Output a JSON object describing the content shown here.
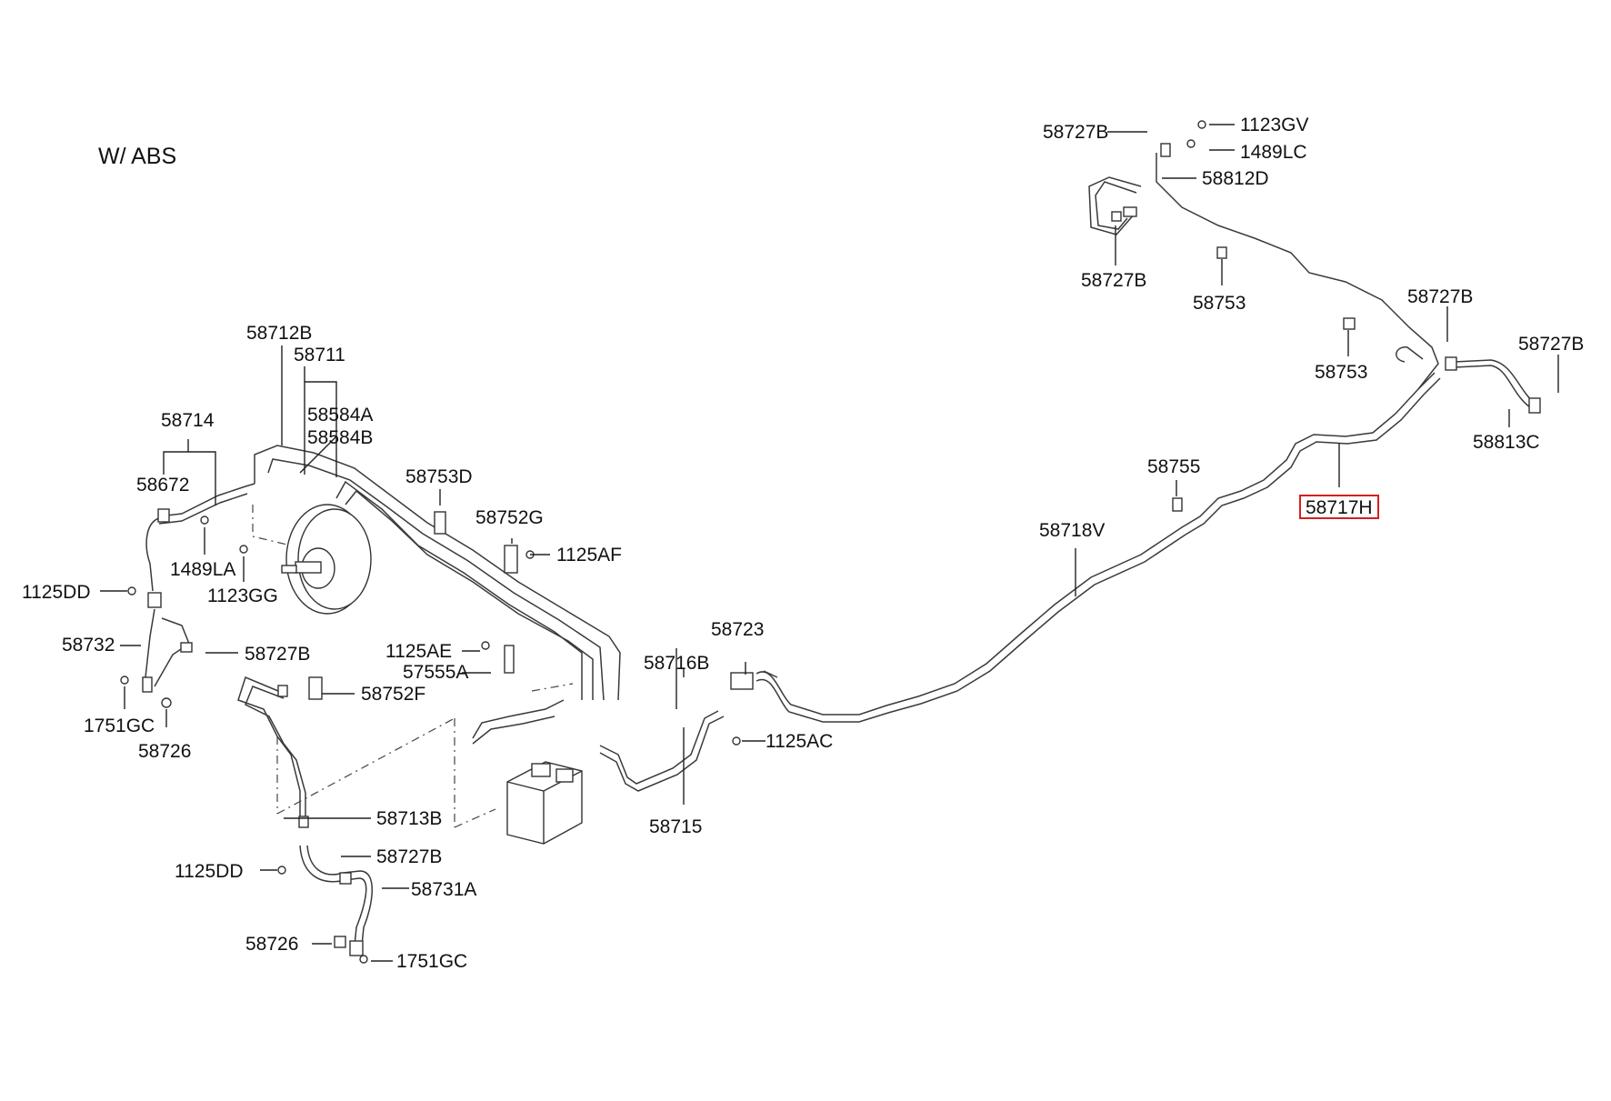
{
  "title": "W/ ABS",
  "highlight_color": "#d41f1f",
  "labels": {
    "p58727B_a": "58727B",
    "p1123GV": "1123GV",
    "p1489LC": "1489LC",
    "p58812D": "58812D",
    "p58727B_b": "58727B",
    "p58753_a": "58753",
    "p58727B_c": "58727B",
    "p58727B_d": "58727B",
    "p58753_b": "58753",
    "p58813C": "58813C",
    "p58755": "58755",
    "p58717H": "58717H",
    "p58718V": "58718V",
    "p58712B": "58712B",
    "p58711": "58711",
    "p58584A": "58584A",
    "p58584B": "58584B",
    "p58714": "58714",
    "p58672": "58672",
    "p58753D": "58753D",
    "p58752G": "58752G",
    "p1125AF": "1125AF",
    "p1489LA": "1489LA",
    "p1123GG": "1123GG",
    "p1125DD_a": "1125DD",
    "p58732": "58732",
    "p58727B_e": "58727B",
    "p1751GC_a": "1751GC",
    "p58726_a": "58726",
    "p1125AE": "1125AE",
    "p57555A": "57555A",
    "p58752F": "58752F",
    "p58716B": "58716B",
    "p58723": "58723",
    "p1125AC": "1125AC",
    "p58715": "58715",
    "p58713B": "58713B",
    "p58727B_f": "58727B",
    "p1125DD_b": "1125DD",
    "p58731A": "58731A",
    "p58726_b": "58726",
    "p1751GC_b": "1751GC"
  }
}
